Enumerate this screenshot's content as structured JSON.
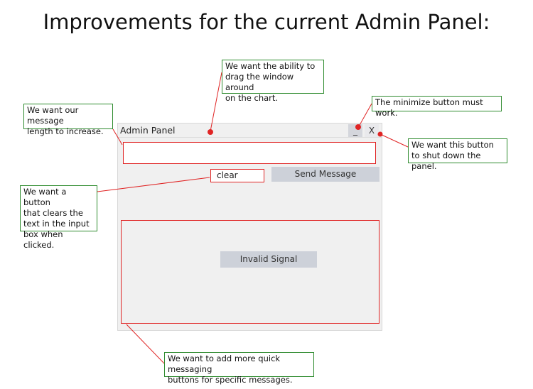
{
  "page_title": "Improvements for the current Admin Panel:",
  "annotations": {
    "drag": "We want the ability to\ndrag the window around\non the chart.",
    "minimize": "The minimize button must work.",
    "message_length": "We want our message\nlength to increase.",
    "close": "We want this button\nto shut down the panel.",
    "clear": "We want a button\nthat clears the\ntext in the input\nbox when clicked.",
    "quick_messages": "We want to add more quick messaging\n buttons for specific messages."
  },
  "panel": {
    "title": "Admin Panel",
    "minimize_label": "_",
    "close_label": "X",
    "message_value": "",
    "clear_label": "clear",
    "send_label": "Send Message",
    "quick_buttons": [
      "Invalid Signal"
    ]
  },
  "colors": {
    "annotation_border": "#2e8b2e",
    "highlight": "#e02424",
    "button_bg": "#cdd1d9",
    "panel_bg": "#f0f0f0"
  }
}
